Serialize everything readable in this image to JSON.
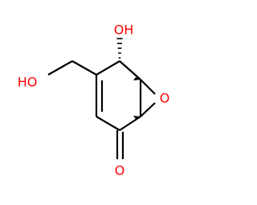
{
  "molecule": {
    "atoms": [
      {
        "id": "oh-top",
        "label": "OH",
        "color": "#ff0000"
      },
      {
        "id": "ho-left",
        "label": "HO",
        "color": "#ff0000"
      },
      {
        "id": "o-epoxide",
        "label": "O",
        "color": "#ff0000"
      },
      {
        "id": "o-ketone",
        "label": "O",
        "color": "#ff0000"
      }
    ],
    "bond_color": "#000000",
    "background": "#ffffff"
  }
}
